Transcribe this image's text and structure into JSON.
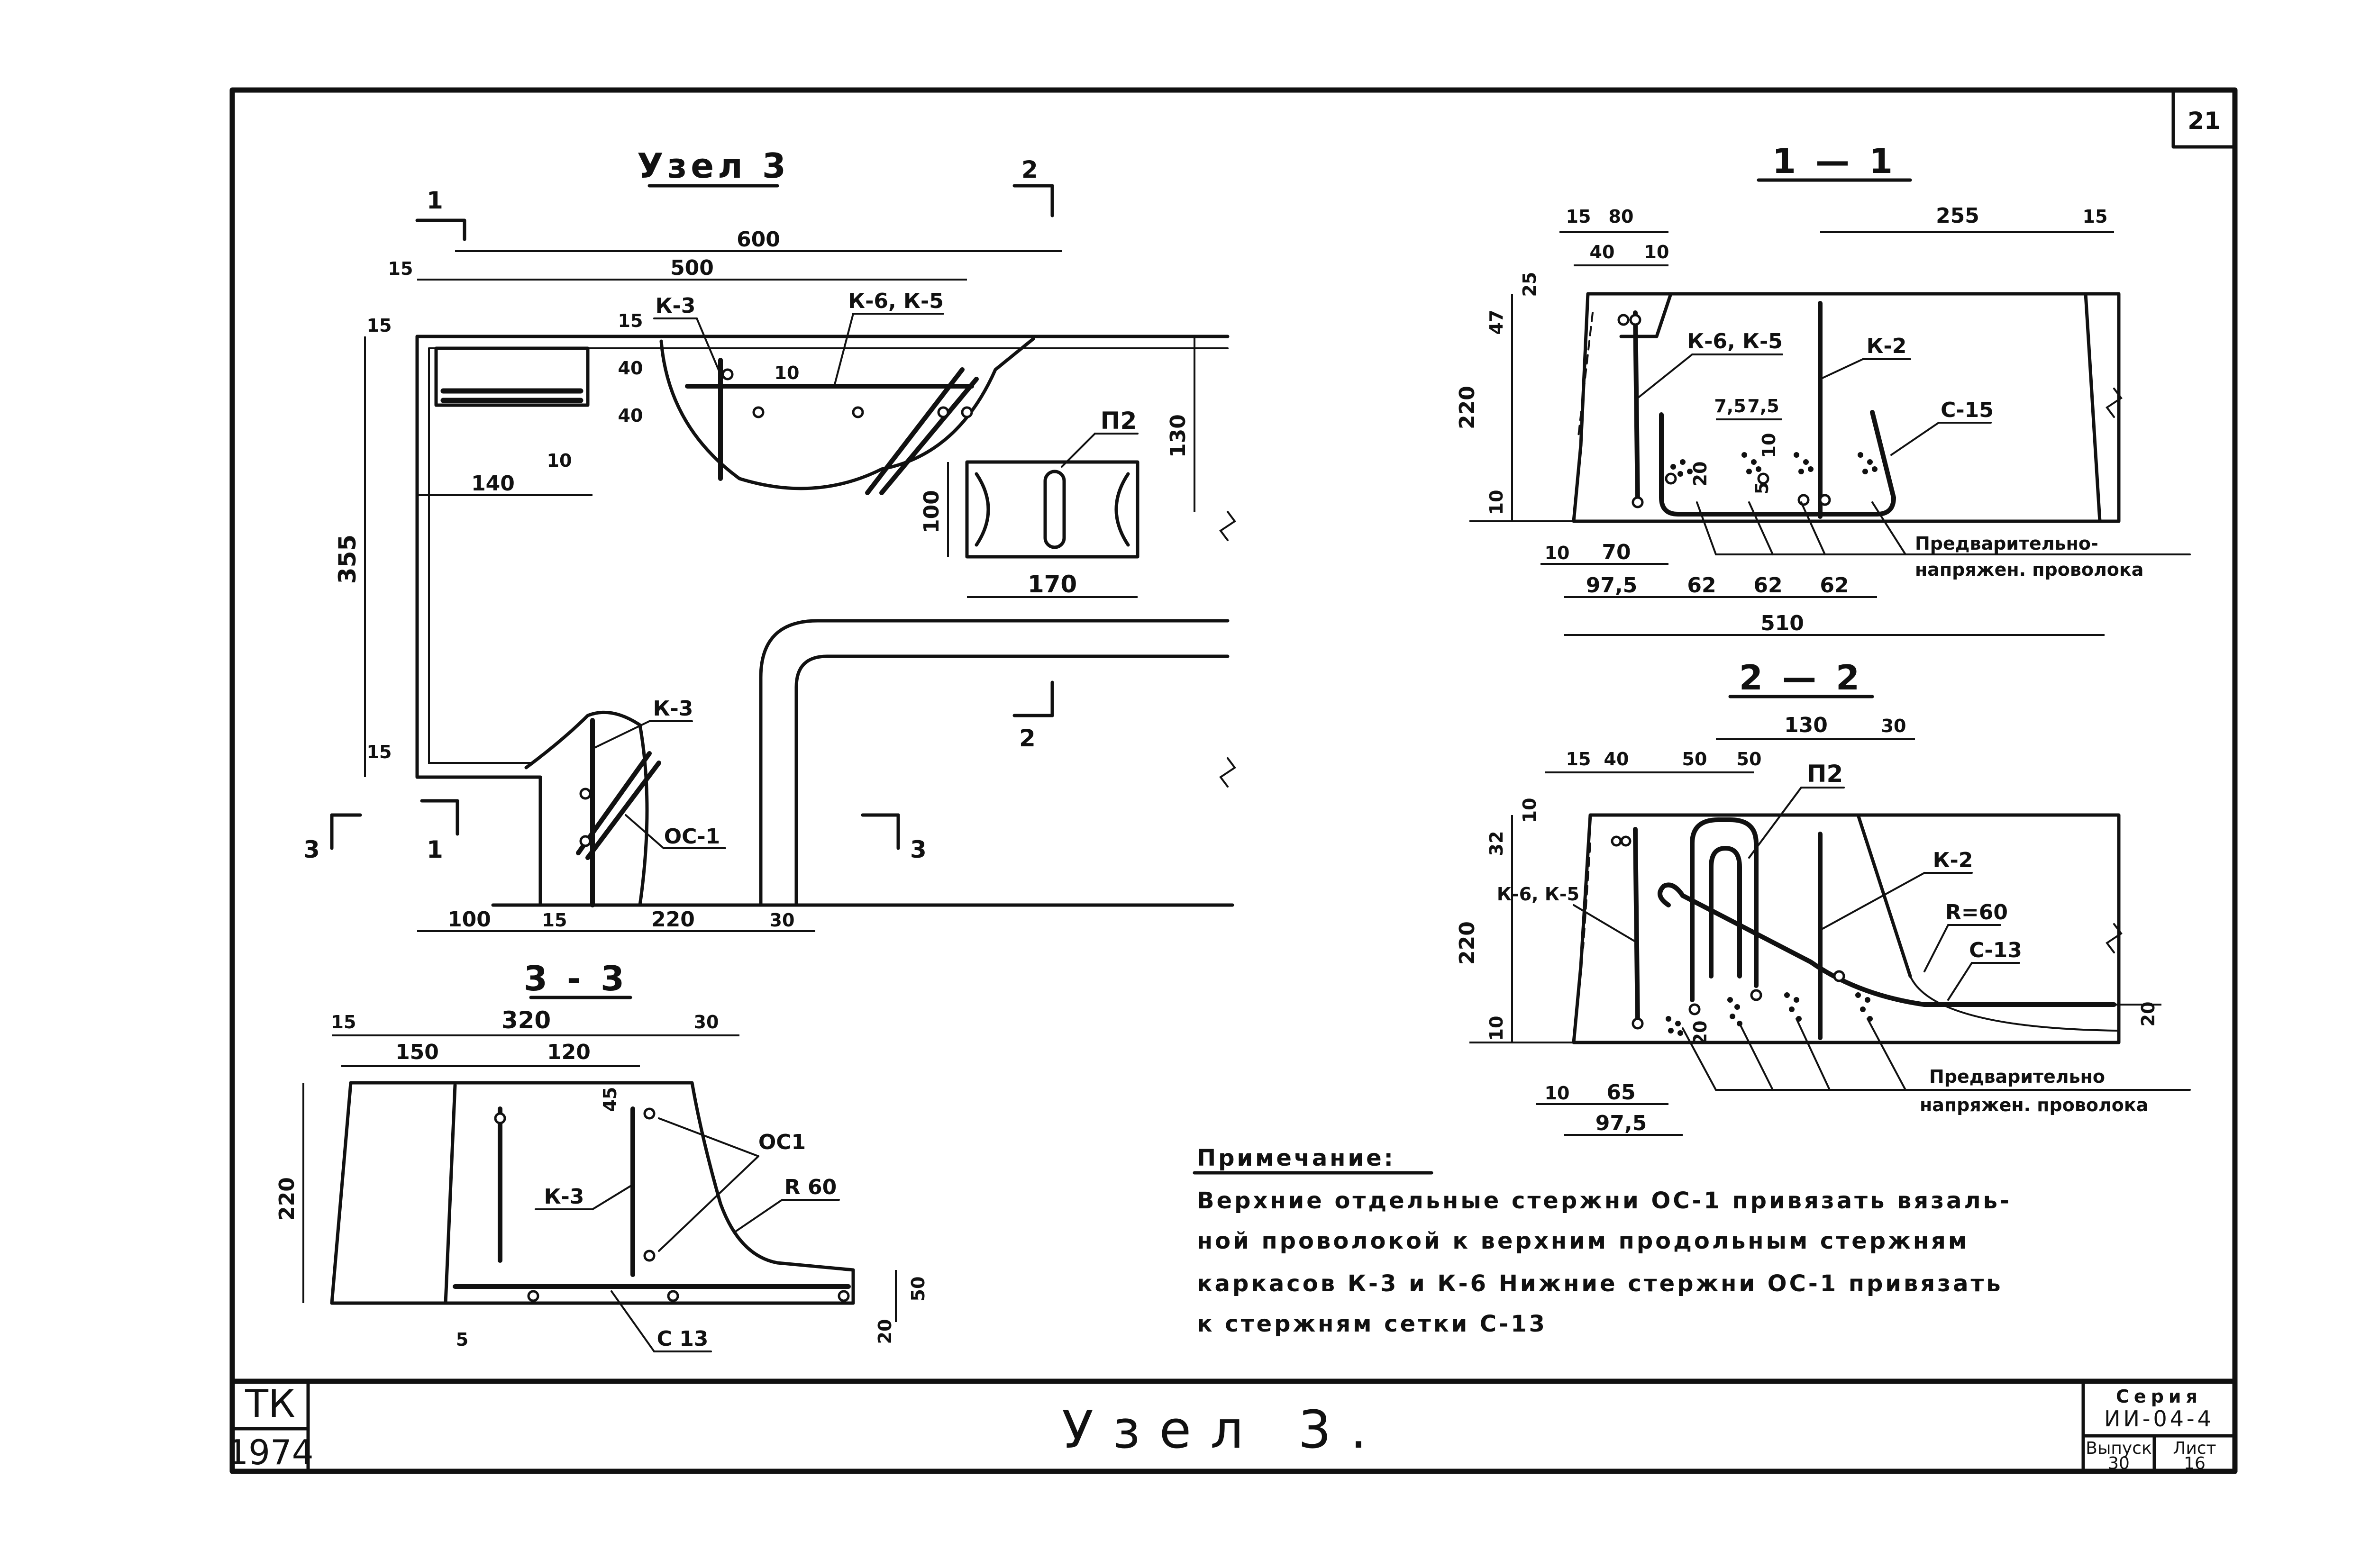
{
  "sheet_number": "21",
  "views": {
    "node": {
      "title": "Узел 3",
      "section_marks": {
        "s1_top": "1",
        "s1_bottom": "1",
        "s2_top": "2",
        "s2_bottom": "2",
        "s3_left": "3",
        "s3_right": "3"
      },
      "dims": [
        "600",
        "500",
        "15",
        "15",
        "15",
        "40",
        "40",
        "10",
        "10",
        "140",
        "355",
        "15",
        "130",
        "100",
        "170",
        "100",
        "15",
        "220",
        "30"
      ],
      "labels": [
        "К-3",
        "К-6, К-5",
        "П2",
        "К-3",
        "ОС-1"
      ]
    },
    "section_1_1": {
      "title": "1 — 1",
      "dims": [
        "15",
        "80",
        "255",
        "15",
        "40",
        "10",
        "25",
        "47",
        "220",
        "10",
        "7,5",
        "7,5",
        "10",
        "20",
        "5",
        "10",
        "70",
        "97,5",
        "62",
        "62",
        "62",
        "510"
      ],
      "labels": [
        "К-6, К-5",
        "К-2",
        "С-15"
      ],
      "callout": [
        "Предварительно-",
        "напряжен. проволока"
      ]
    },
    "section_2_2": {
      "title": "2 — 2",
      "dims": [
        "130",
        "30",
        "15",
        "40",
        "50",
        "50",
        "10",
        "32",
        "220",
        "10",
        "20",
        "20",
        "10",
        "65",
        "97,5"
      ],
      "labels": [
        "П2",
        "К-6, К-5",
        "К-2",
        "R=60",
        "С-13"
      ],
      "callout": [
        "Предварительно",
        "напряжен. проволока"
      ]
    },
    "section_3_3": {
      "title": "3 - 3",
      "dims": [
        "15",
        "320",
        "30",
        "150",
        "120",
        "45",
        "220",
        "5",
        "50",
        "20"
      ],
      "labels": [
        "ОС1",
        "К-3",
        "R 60",
        "С 13"
      ]
    }
  },
  "note": {
    "heading": "Примечание:",
    "lines": [
      "Верхние отдельные стержни ОС-1 привязать вязаль-",
      "ной проволокой к верхним продольным стержням",
      "каркасов К-3 и К-6  Нижние стержни ОС-1 привязать",
      "к стержням сетки С-13"
    ]
  },
  "title_block": {
    "org": "ТК",
    "year": "1974",
    "title": "Узел 3.",
    "series_label": "Серия",
    "series_value": "ИИ-04-4",
    "issue_label": "Выпуск",
    "issue_value": "30",
    "sheet_label": "Лист",
    "sheet_value": "16"
  }
}
